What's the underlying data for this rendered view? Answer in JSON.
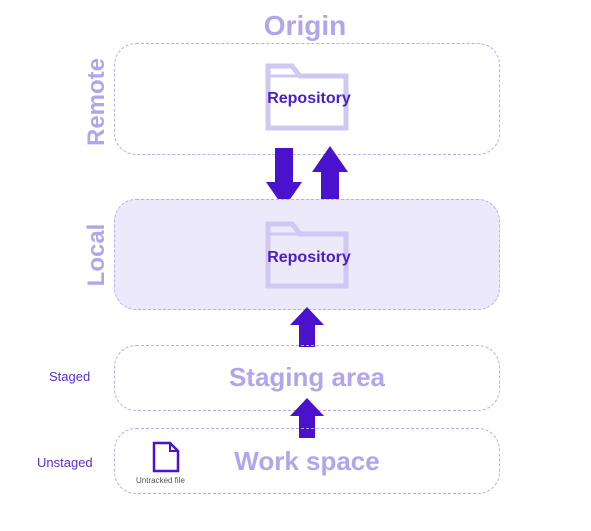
{
  "origin_title": "Origin",
  "remote": {
    "side_label": "Remote",
    "repo_label": "Repository"
  },
  "local": {
    "side_label": "Local",
    "repo_label": "Repository"
  },
  "staging": {
    "title": "Staging area",
    "state_label": "Staged"
  },
  "workspace": {
    "title": "Work space",
    "state_label": "Unstaged",
    "file_label": "Untracked file"
  },
  "colors": {
    "accent": "#4a12cc",
    "soft": "#b3a5ec",
    "border": "#b7aee8",
    "local_bg": "#ece9fb",
    "folder": "#cfc8f2"
  },
  "icons": [
    "folder-icon",
    "file-icon",
    "arrow-up-icon",
    "arrow-down-icon"
  ]
}
